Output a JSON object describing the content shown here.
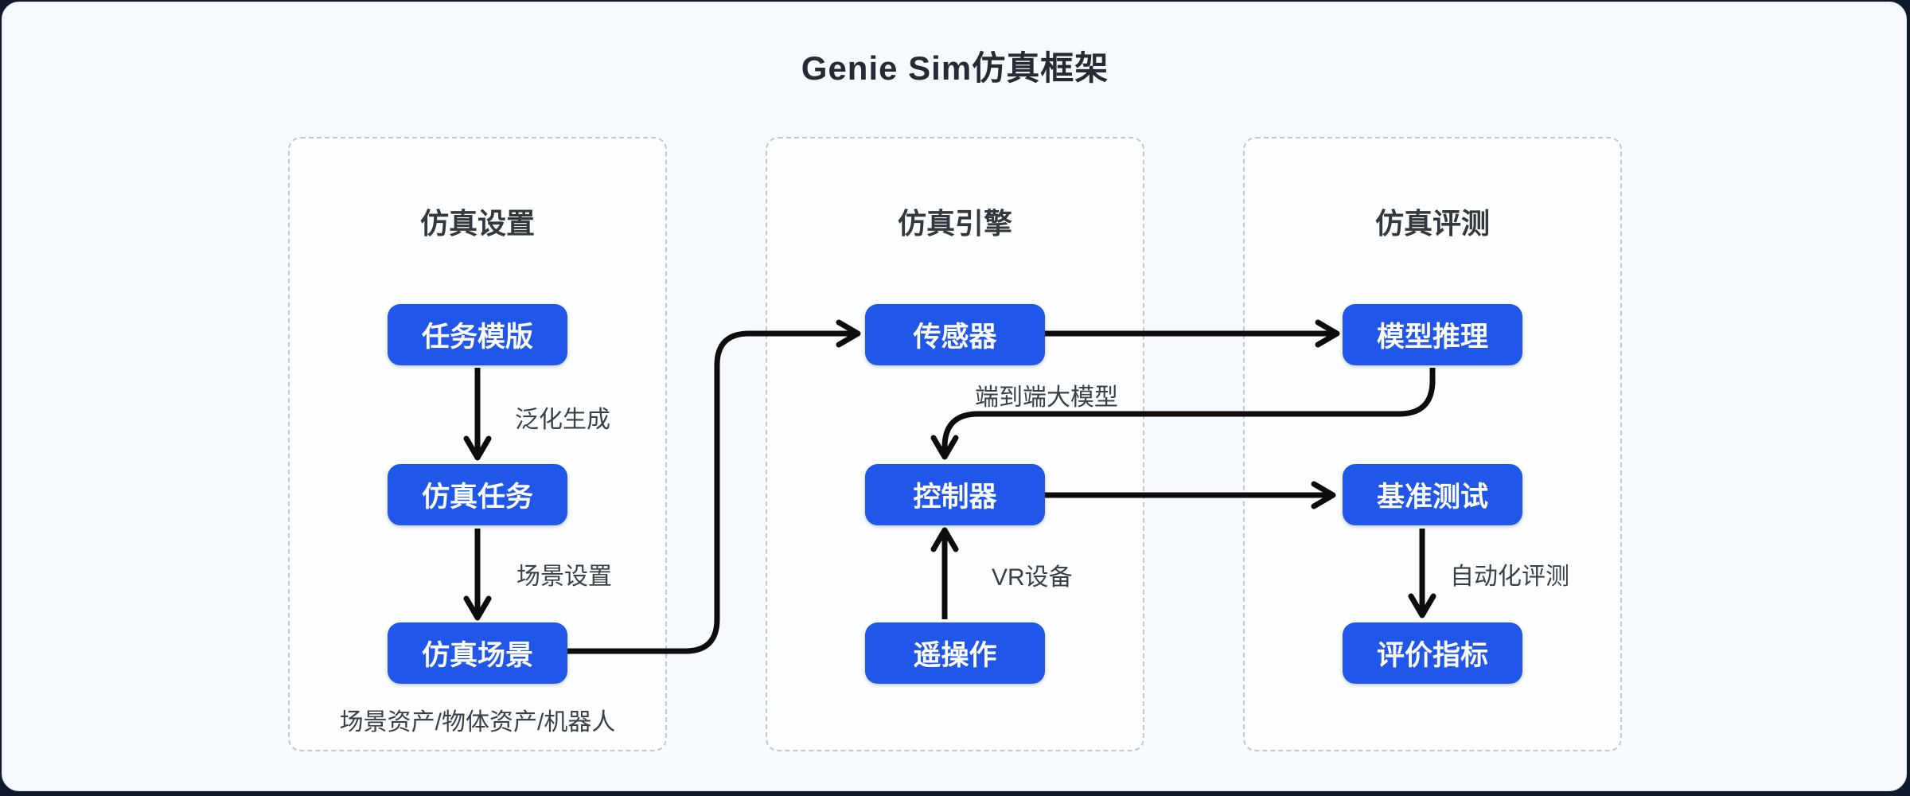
{
  "title": "Genie Sim仿真框架",
  "colors": {
    "node_fill": "#2057e8",
    "node_text": "#ffffff",
    "card_background": "#f6f9fd",
    "page_background": "#101a2e",
    "dashed_border": "#bfc7d4",
    "arrow": "#0d0d0d",
    "label_text": "#3a4049",
    "title_text": "#262b33"
  },
  "columns": [
    {
      "title": "仿真设置",
      "nodes": [
        {
          "label": "任务模版"
        },
        {
          "label": "仿真任务"
        },
        {
          "label": "仿真场景"
        }
      ],
      "footnote": "场景资产/物体资产/机器人"
    },
    {
      "title": "仿真引擎",
      "nodes": [
        {
          "label": "传感器"
        },
        {
          "label": "控制器"
        },
        {
          "label": "遥操作"
        }
      ]
    },
    {
      "title": "仿真评测",
      "nodes": [
        {
          "label": "模型推理"
        },
        {
          "label": "基准测试"
        },
        {
          "label": "评价指标"
        }
      ]
    }
  ],
  "edge_labels": {
    "generalization": "泛化生成",
    "scene_setup": "场景设置",
    "e2e_model": "端到端大模型",
    "vr_device": "VR设备",
    "auto_eval": "自动化评测"
  }
}
